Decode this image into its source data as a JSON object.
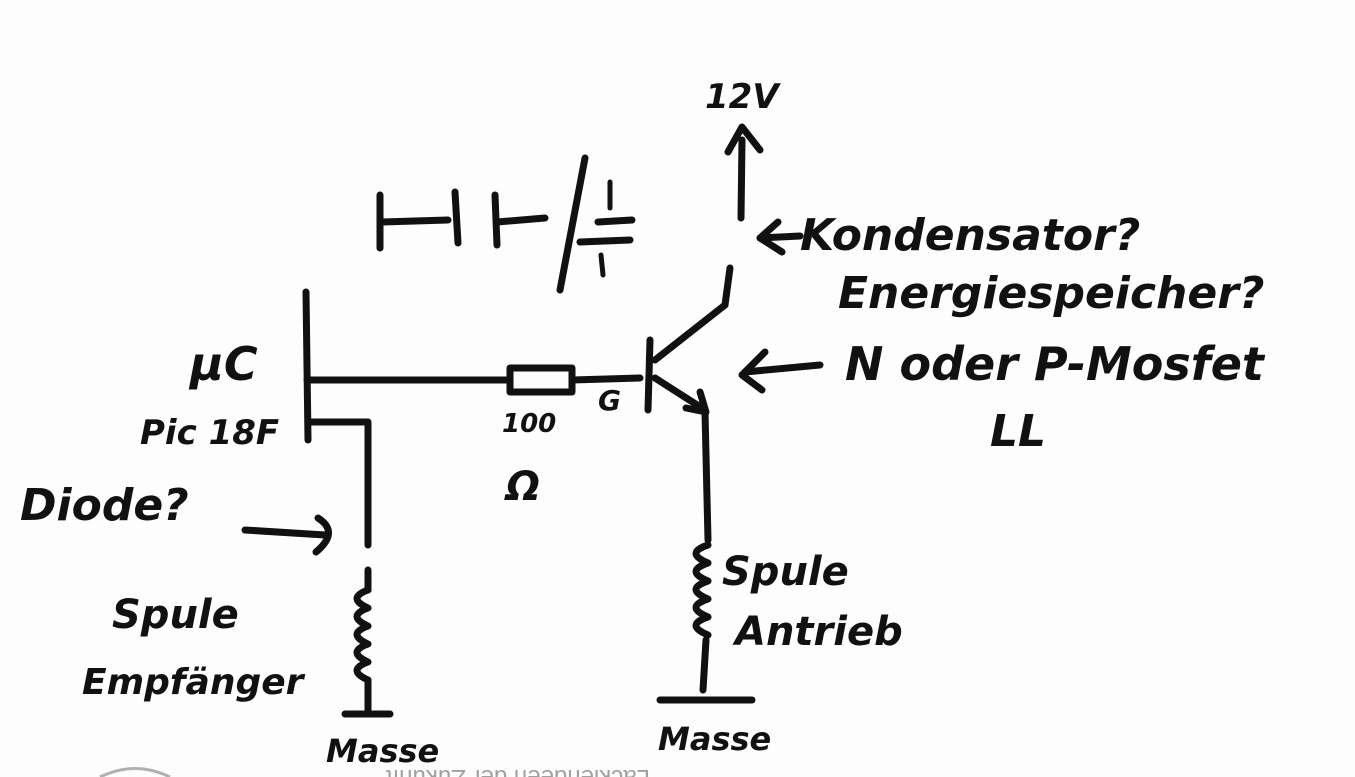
{
  "labels": {
    "supply": "12V",
    "capacitor_question": "Kondensator?",
    "energy_storage_question": "Energiespeicher?",
    "mosfet_type": "N oder P-Mosfet",
    "mosfet_sub": "LL",
    "mcu": "µC",
    "mcu_part": "Pic 18F",
    "gate": "G",
    "resistor_value": "100",
    "resistor_unit": "Ω",
    "diode_question": "Diode?",
    "coil_receiver_1": "Spule",
    "coil_receiver_2": "Empfänger",
    "coil_drive_1": "Spule",
    "coil_drive_2": "Antrieb",
    "ground_left": "Masse",
    "ground_right": "Masse"
  },
  "bleed_through": {
    "text": "Lackierideen der Zukunft"
  },
  "colors": {
    "paper": "#fdfdfd",
    "ink": "#111111"
  }
}
